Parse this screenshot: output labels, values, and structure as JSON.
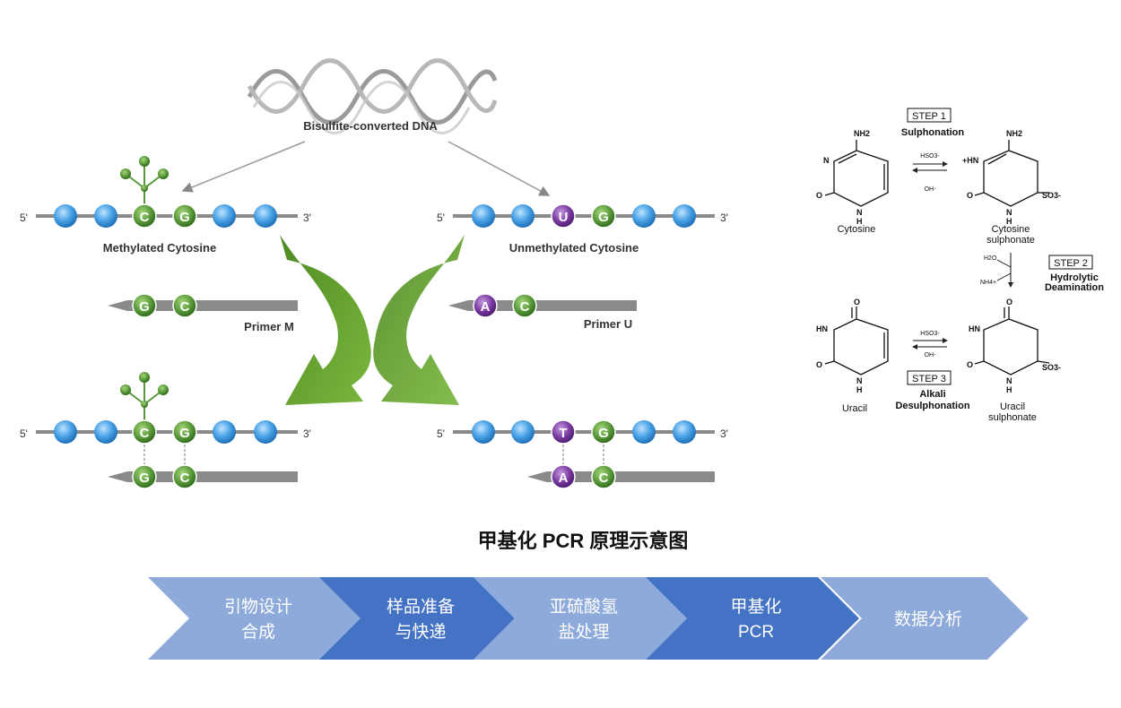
{
  "diagram": {
    "header_label": "Bisulfite-converted DNA",
    "strand_5": "5'",
    "strand_3": "3'",
    "methylated_label": "Methylated Cytosine",
    "unmethylated_label": "Unmethylated Cytosine",
    "primer_m_label": "Primer M",
    "primer_u_label": "Primer U",
    "bases": {
      "C": "C",
      "G": "G",
      "U": "U",
      "A": "A",
      "T": "T"
    }
  },
  "chemistry": {
    "step1_box": "STEP 1",
    "step1_name": "Sulphonation",
    "step2_box": "STEP 2",
    "step2_name_line1": "Hydrolytic",
    "step2_name_line2": "Deamination",
    "step3_box": "STEP 3",
    "step3_name_line1": "Alkali",
    "step3_name_line2": "Desulphonation",
    "cytosine": "Cytosine",
    "cytosine_sulphonate_line1": "Cytosine",
    "cytosine_sulphonate_line2": "sulphonate",
    "uracil": "Uracil",
    "uracil_sulphonate_line1": "Uracil",
    "uracil_sulphonate_line2": "sulphonate",
    "reagent_hso3": "HSO3-",
    "reagent_oh": "OH-",
    "reagent_h2o": "H2O",
    "reagent_nh4": "NH4+",
    "atom_nh2": "NH2",
    "atom_n": "N",
    "atom_h": "H",
    "atom_hn": "HN",
    "atom_o": "O",
    "atom_o_minus": "O",
    "atom_so3": "SO3-",
    "atom_plus_hn": "+HN"
  },
  "title": "甲基化 PCR 原理示意图",
  "workflow": [
    {
      "line1": "引物设计",
      "line2": "合成",
      "color": "#8EAADB"
    },
    {
      "line1": "样品准备",
      "line2": "与快递",
      "color": "#4472C4"
    },
    {
      "line1": "亚硫酸氢",
      "line2": "盐处理",
      "color": "#8EAADB"
    },
    {
      "line1": "甲基化",
      "line2": "PCR",
      "color": "#4472C4"
    },
    {
      "line1": "数据分析",
      "line2": "",
      "color": "#8EAADB"
    }
  ],
  "colors": {
    "methyl_green": "#5a9a3a",
    "purple": "#7a3aa0",
    "blue_bead": "#4a9fe0",
    "arrow_green": "#5a9a2a"
  }
}
